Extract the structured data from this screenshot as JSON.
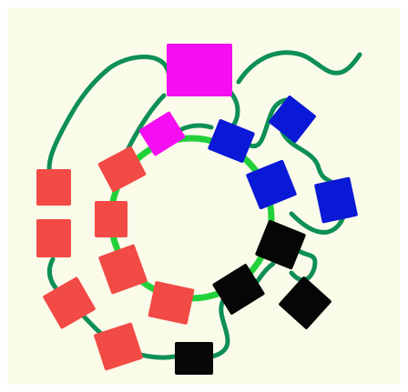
{
  "diagram": {
    "background_color": "#FBFBEA",
    "chain_color": "#0E8F55",
    "inner_ring_color": "#22D13A",
    "domain_colors": {
      "magenta": "#F50EF2",
      "blue": "#0A19D6",
      "black": "#060606",
      "red": "#F24A45"
    },
    "block_counts": {
      "magenta": 2,
      "blue": 4,
      "black": 4,
      "red": 8
    }
  }
}
